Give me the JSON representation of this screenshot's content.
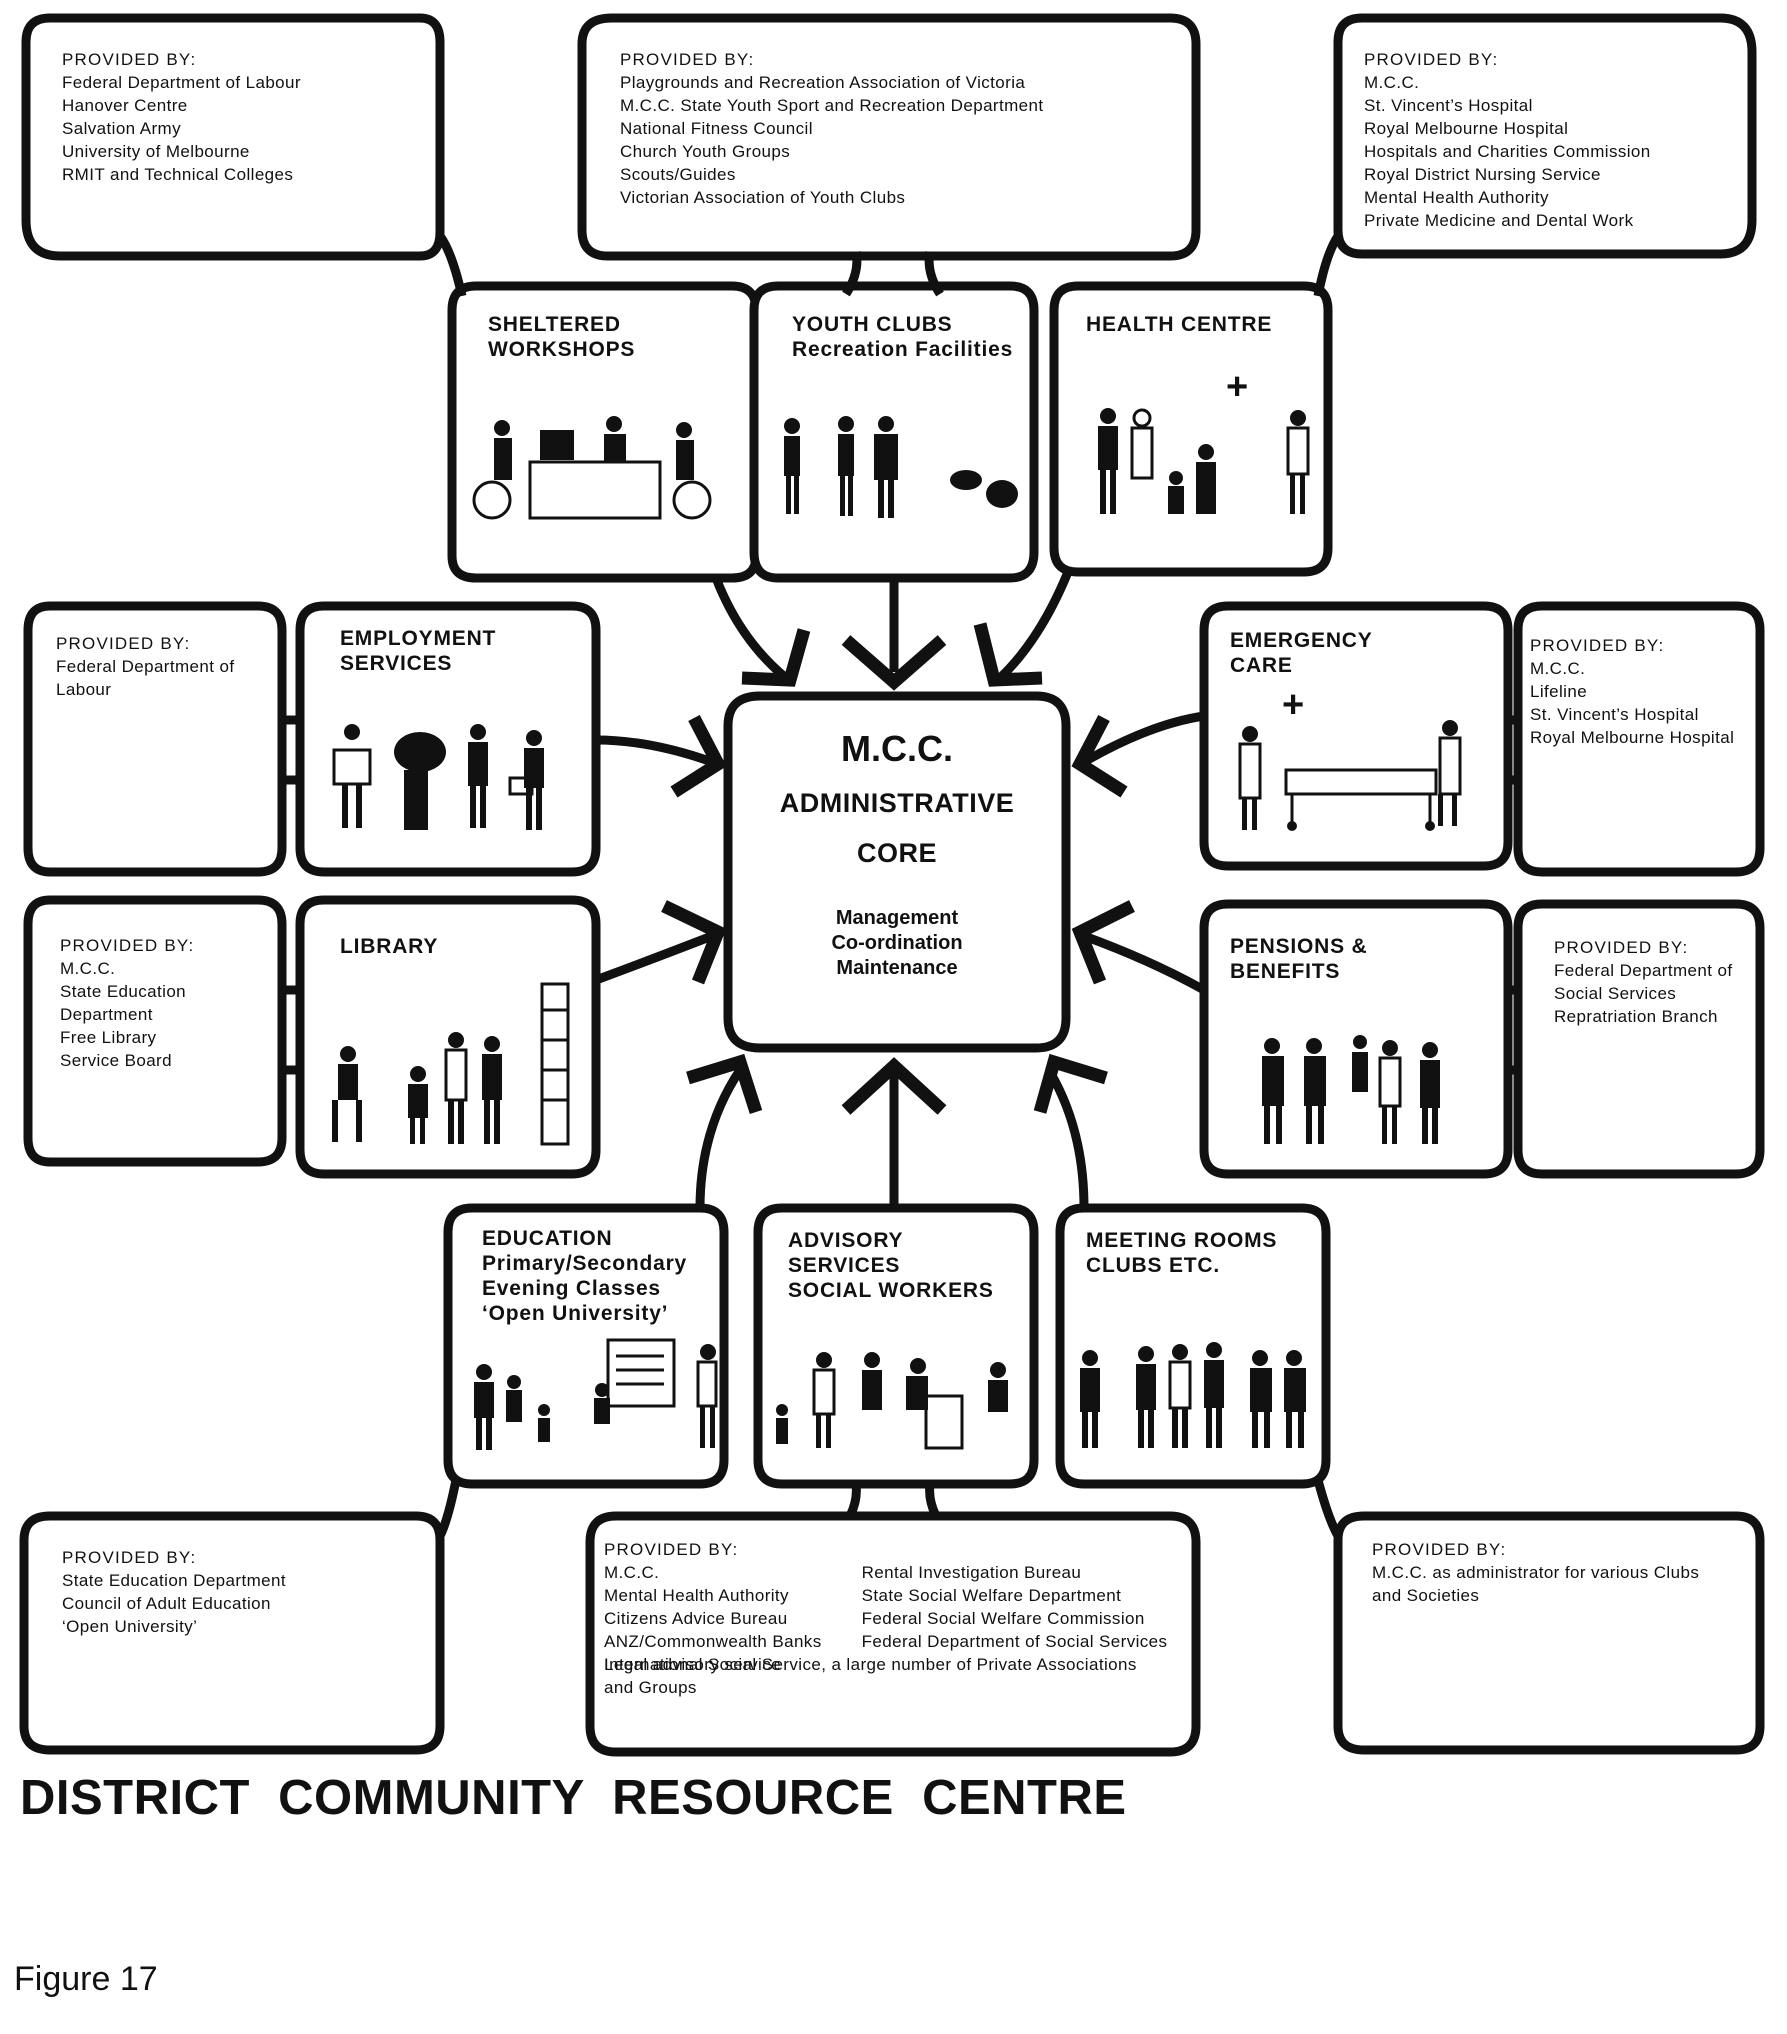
{
  "core": {
    "title": "M.C.C.",
    "line1": "ADMINISTRATIVE",
    "line2": "CORE",
    "functions": [
      "Management",
      "Co-ordination",
      "Maintenance"
    ]
  },
  "services": {
    "sheltered": [
      "SHELTERED",
      "WORKSHOPS"
    ],
    "youth": [
      "YOUTH CLUBS",
      "Recreation Facilities"
    ],
    "health": [
      "HEALTH CENTRE"
    ],
    "employment": [
      "EMPLOYMENT",
      "SERVICES"
    ],
    "emergency": [
      "EMERGENCY",
      "CARE"
    ],
    "library": [
      "LIBRARY"
    ],
    "pensions": [
      "PENSIONS &",
      "BENEFITS"
    ],
    "education": [
      "EDUCATION",
      "Primary/Secondary",
      "Evening Classes",
      "‘Open University’"
    ],
    "advisory": [
      "ADVISORY",
      "SERVICES",
      "SOCIAL WORKERS"
    ],
    "meeting": [
      "MEETING ROOMS",
      "CLUBS ETC."
    ]
  },
  "providers": {
    "heading": "PROVIDED BY:",
    "sheltered": [
      "Federal Department of Labour",
      "Hanover Centre",
      "Salvation Army",
      "University of Melbourne",
      "RMIT and Technical Colleges"
    ],
    "youth": [
      "Playgrounds and Recreation Association of Victoria",
      "M.C.C. State Youth Sport and Recreation Department",
      "National Fitness Council",
      "Church Youth Groups",
      "Scouts/Guides",
      "Victorian Association of Youth Clubs"
    ],
    "health": [
      "M.C.C.",
      "St. Vincent’s Hospital",
      "Royal Melbourne Hospital",
      "Hospitals and Charities Commission",
      "Royal District Nursing Service",
      "Mental Health Authority",
      "Private Medicine and Dental Work"
    ],
    "employment": [
      "Federal Department of",
      "Labour"
    ],
    "emergency": [
      "M.C.C.",
      "Lifeline",
      "St. Vincent’s Hospital",
      "Royal Melbourne Hospital"
    ],
    "library": [
      "M.C.C.",
      "State Education",
      "Department",
      "Free Library",
      "Service Board"
    ],
    "pensions": [
      "Federal Department of",
      "Social Services",
      "Repratriation Branch"
    ],
    "education": [
      "State Education Department",
      "Council of Adult Education",
      "‘Open University’"
    ],
    "advisory_left": [
      "M.C.C.",
      "Mental Health Authority",
      "Citizens Advice Bureau",
      "ANZ/Commonwealth Banks",
      "Legal advisory service"
    ],
    "advisory_right": [
      "Rental Investigation Bureau",
      "State Social Welfare Department",
      "Federal Social Welfare Commission",
      "Federal Department of Social Services"
    ],
    "advisory_bottom": [
      "International Social Service, a large number of Private Associations",
      "and Groups"
    ],
    "meeting": [
      "M.C.C. as administrator for various Clubs",
      "and Societies"
    ]
  },
  "health_plus": "+",
  "emergency_plus": "+",
  "page_title": "DISTRICT  COMMUNITY  RESOURCE  CENTRE",
  "caption": "Figure 17"
}
